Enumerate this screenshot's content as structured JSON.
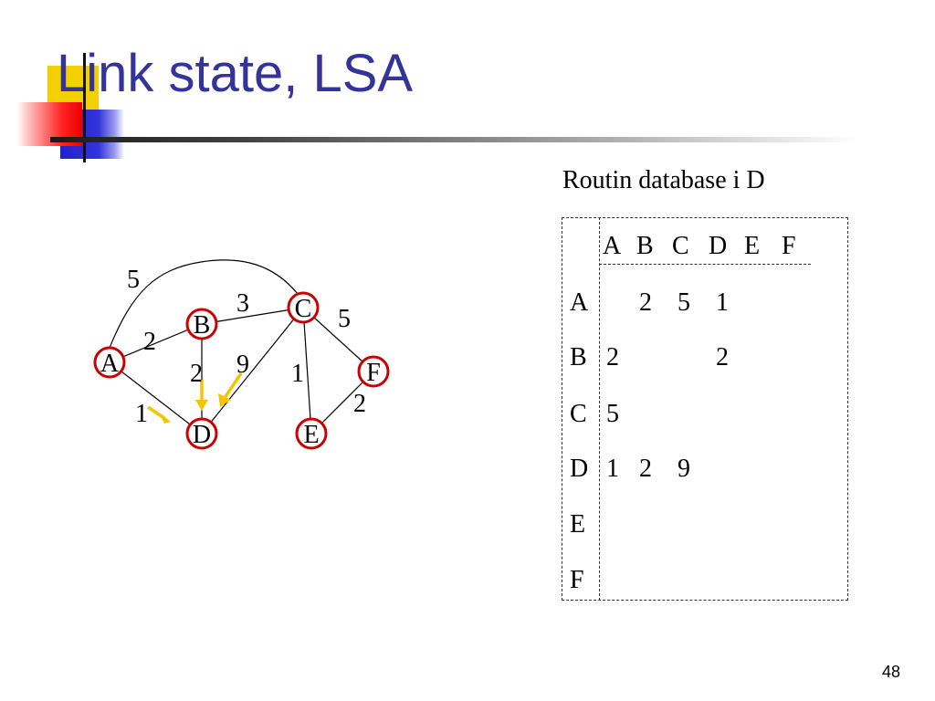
{
  "slide": {
    "title": "Link state, LSA",
    "page_number": "48"
  },
  "graph": {
    "nodes": [
      {
        "id": "A",
        "label": "A"
      },
      {
        "id": "B",
        "label": "B"
      },
      {
        "id": "C",
        "label": "C"
      },
      {
        "id": "D",
        "label": "D"
      },
      {
        "id": "E",
        "label": "E"
      },
      {
        "id": "F",
        "label": "F"
      }
    ],
    "edges": [
      {
        "from": "A",
        "to": "C",
        "weight": "5"
      },
      {
        "from": "A",
        "to": "B",
        "weight": "2"
      },
      {
        "from": "B",
        "to": "C",
        "weight": "3"
      },
      {
        "from": "C",
        "to": "F",
        "weight": "5"
      },
      {
        "from": "B",
        "to": "D",
        "weight": "2"
      },
      {
        "from": "C",
        "to": "D",
        "weight": "9"
      },
      {
        "from": "C",
        "to": "E",
        "weight": "1"
      },
      {
        "from": "A",
        "to": "D",
        "weight": "1"
      },
      {
        "from": "E",
        "to": "F",
        "weight": "2"
      }
    ],
    "node_ring_color": "#cc0000",
    "arrow_color": "#f4c400"
  },
  "database": {
    "caption": "Routin database i D",
    "columns": [
      "A",
      "B",
      "C",
      "D",
      "E",
      "F"
    ],
    "rows": [
      {
        "label": "A",
        "cells": [
          "",
          "2",
          "5",
          "1",
          "",
          ""
        ]
      },
      {
        "label": "B",
        "cells": [
          "2",
          "",
          "",
          "2",
          "",
          ""
        ]
      },
      {
        "label": "C",
        "cells": [
          "5",
          "",
          "",
          "",
          "",
          ""
        ]
      },
      {
        "label": "D",
        "cells": [
          "1",
          "2",
          "9",
          "",
          "",
          ""
        ]
      },
      {
        "label": "E",
        "cells": [
          "",
          "",
          "",
          "",
          "",
          ""
        ]
      },
      {
        "label": "F",
        "cells": [
          "",
          "",
          "",
          "",
          "",
          ""
        ]
      }
    ]
  },
  "colors": {
    "title": "#333399"
  }
}
